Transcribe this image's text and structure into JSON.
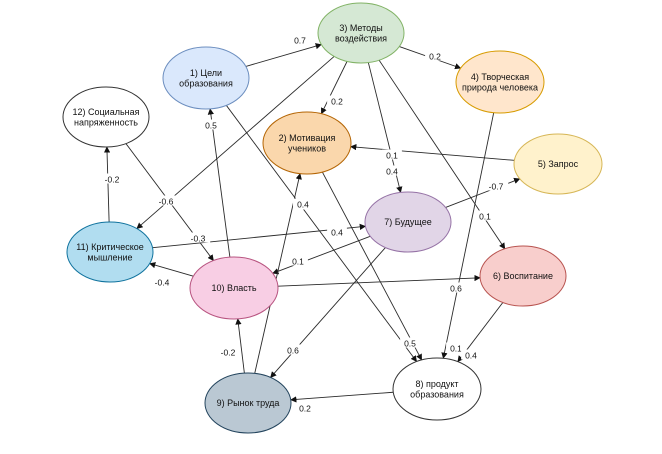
{
  "nodes": [
    {
      "id": "n1",
      "label": [
        "1) Цели",
        "образования"
      ],
      "fill": "#dae8fc",
      "stroke": "#6c8ebf"
    },
    {
      "id": "n2",
      "label": [
        "2) Мотивация",
        "учеников"
      ],
      "fill": "#fad7ac",
      "stroke": "#b46504"
    },
    {
      "id": "n3",
      "label": [
        "3) Методы",
        "воздействия"
      ],
      "fill": "#d5e8d4",
      "stroke": "#82b366"
    },
    {
      "id": "n4",
      "label": [
        "4) Творческая",
        "природа человека"
      ],
      "fill": "#ffe6cc",
      "stroke": "#d79b00"
    },
    {
      "id": "n5",
      "label": [
        "5) Запрос"
      ],
      "fill": "#fff2cc",
      "stroke": "#d6b656"
    },
    {
      "id": "n6",
      "label": [
        "6) Воспитание"
      ],
      "fill": "#f8cecc",
      "stroke": "#b85450"
    },
    {
      "id": "n7",
      "label": [
        "7) Будущее"
      ],
      "fill": "#e1d5e7",
      "stroke": "#9673a6"
    },
    {
      "id": "n8",
      "label": [
        "8) продукт",
        "образования"
      ],
      "fill": "#ffffff",
      "stroke": "#333333"
    },
    {
      "id": "n9",
      "label": [
        "9) Рынок труда"
      ],
      "fill": "#bac8d3",
      "stroke": "#23445d"
    },
    {
      "id": "n10",
      "label": [
        "10) Власть"
      ],
      "fill": "#f8cee4",
      "stroke": "#b85480"
    },
    {
      "id": "n11",
      "label": [
        "11) Критическое",
        "мышление"
      ],
      "fill": "#b1ddf0",
      "stroke": "#10739e"
    },
    {
      "id": "n12",
      "label": [
        "12) Социальная",
        "напряженность"
      ],
      "fill": "#ffffff",
      "stroke": "#333333"
    }
  ],
  "edges": [
    {
      "from": "n1",
      "to": "n3",
      "label": "0.7"
    },
    {
      "from": "n3",
      "to": "n4",
      "label": "0.2"
    },
    {
      "from": "n3",
      "to": "n2",
      "label": "0.2"
    },
    {
      "from": "n3",
      "to": "n7",
      "label": "0.4"
    },
    {
      "from": "n3",
      "to": "n6",
      "label": "0.1"
    },
    {
      "from": "n3",
      "to": "n11",
      "label": "-0.6"
    },
    {
      "from": "n5",
      "to": "n2",
      "label": "0.1"
    },
    {
      "from": "n7",
      "to": "n5",
      "label": "-0.7"
    },
    {
      "from": "n7",
      "to": "n10",
      "label": "0.1"
    },
    {
      "from": "n7",
      "to": "n9",
      "label": "0.6"
    },
    {
      "from": "n10",
      "to": "n1",
      "label": "0.5"
    },
    {
      "from": "n10",
      "to": "n11",
      "label": "-0.4"
    },
    {
      "from": "n10",
      "to": "n6",
      "label": "0.6"
    },
    {
      "from": "n11",
      "to": "n12",
      "label": "-0.2"
    },
    {
      "from": "n11",
      "to": "n7",
      "label": "0.4"
    },
    {
      "from": "n12",
      "to": "n10",
      "label": "-0.3"
    },
    {
      "from": "n1",
      "to": "n8",
      "label": "0.4"
    },
    {
      "from": "n2",
      "to": "n8",
      "label": "0.5"
    },
    {
      "from": "n4",
      "to": "n8",
      "label": "0.1"
    },
    {
      "from": "n6",
      "to": "n8",
      "label": "0.4"
    },
    {
      "from": "n9",
      "to": "n2",
      "label": "0.4"
    },
    {
      "from": "n9",
      "to": "n10",
      "label": "-0.2"
    },
    {
      "from": "n8",
      "to": "n9",
      "label": "0.2"
    }
  ]
}
